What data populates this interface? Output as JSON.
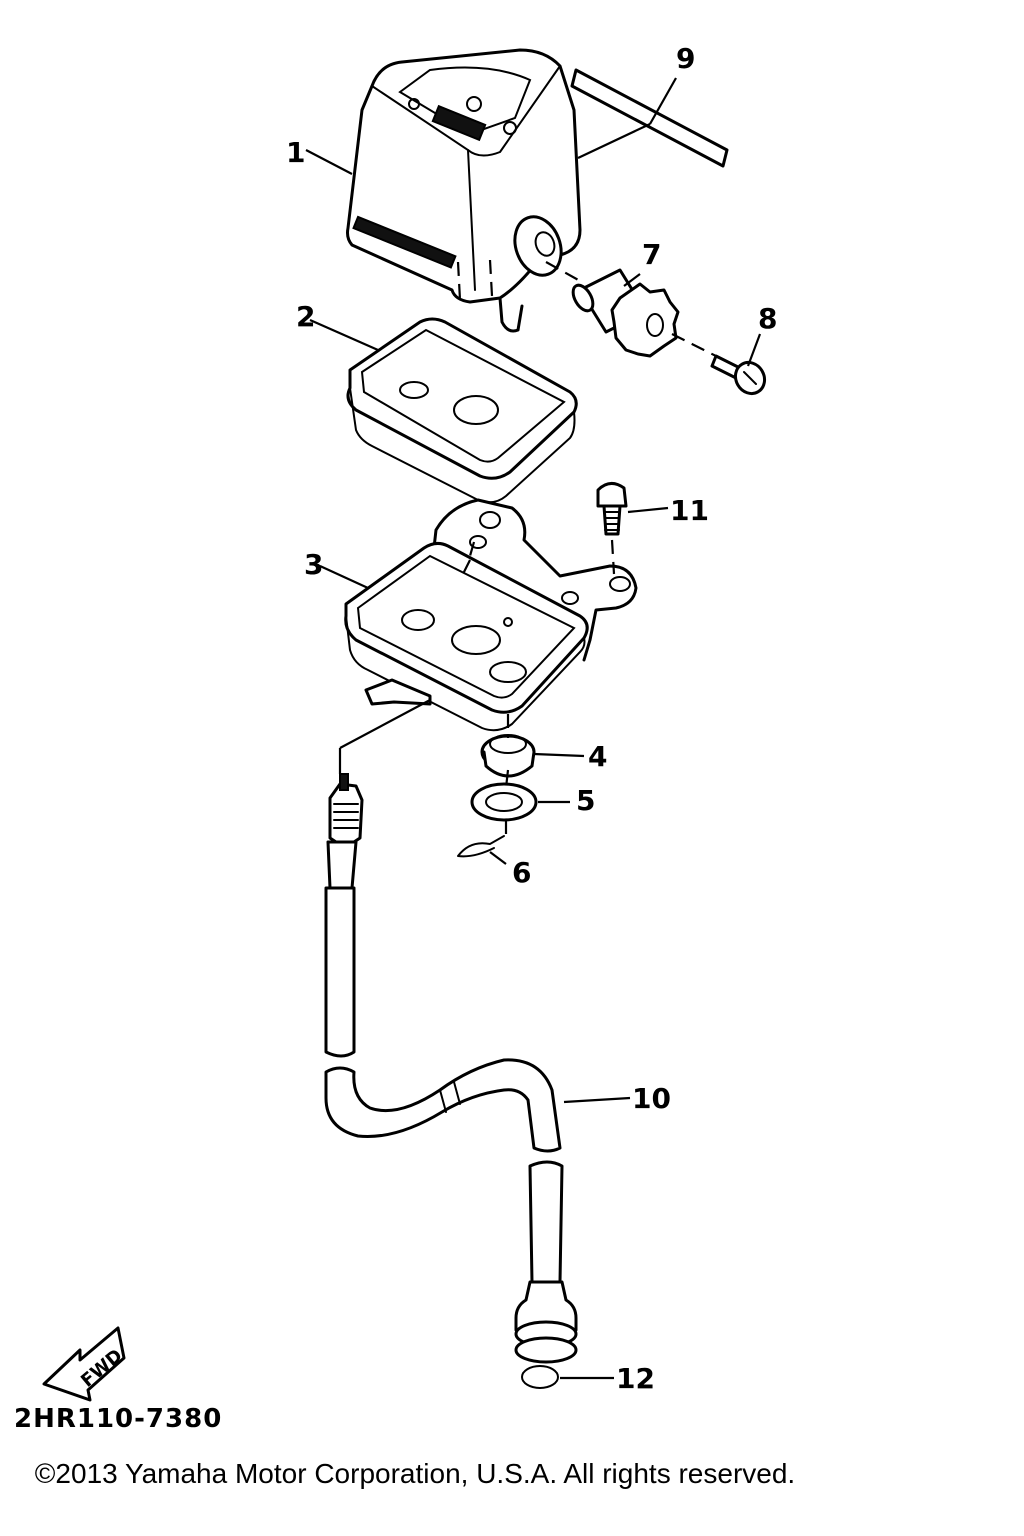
{
  "diagram": {
    "code": "2HR110-7380",
    "copyright": "©2013 Yamaha Motor Corporation, U.S.A. All rights reserved.",
    "direction_label": "FWD",
    "callouts": [
      "1",
      "2",
      "3",
      "4",
      "5",
      "6",
      "7",
      "8",
      "9",
      "10",
      "11",
      "12"
    ]
  }
}
